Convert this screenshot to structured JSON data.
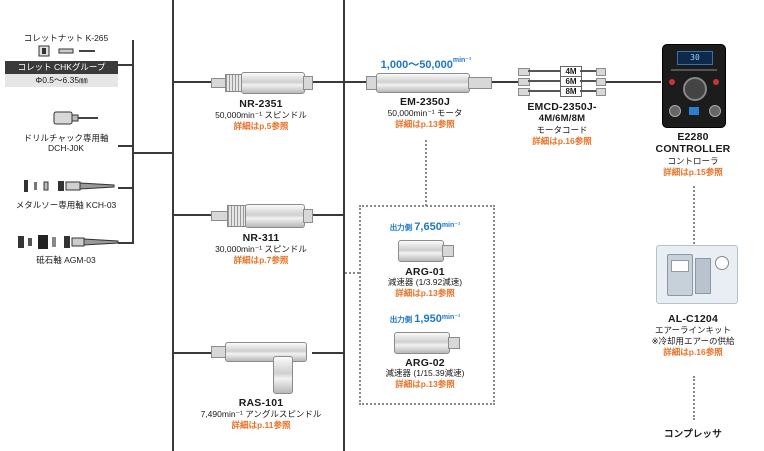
{
  "accessories": {
    "collet_nut": "コレットナット K-265",
    "collet_group": "コレット CHKグループ",
    "collet_range": "Φ0.5～6.35㎜",
    "drill_chuck_line1": "ドリルチャック専用軸",
    "drill_chuck_line2": "DCH-J0K",
    "metal_saw": "メタルソー専用軸 KCH-03",
    "grinding_arbor": "砥石軸 AGM-03"
  },
  "spindles": [
    {
      "name": "NR-2351",
      "spec": "50,000min⁻¹ スピンドル",
      "ref": "詳細はp.5参照"
    },
    {
      "name": "NR-311",
      "spec": "30,000min⁻¹ スピンドル",
      "ref": "詳細はp.7参照"
    },
    {
      "name": "RAS-101",
      "spec": "7,490min⁻¹ アングルスピンドル",
      "ref": "詳細はp.11参照"
    }
  ],
  "motor": {
    "speed_range": "1,000～50,000",
    "speed_unit": "min⁻¹",
    "name": "EM-2350J",
    "spec": "50,000min⁻¹ モータ",
    "ref": "詳細はp.13参照"
  },
  "reducers": [
    {
      "output_prefix": "出力側",
      "output_speed": "7,650",
      "output_unit": "min⁻¹",
      "name": "ARG-01",
      "spec": "減速器 (1/3.92減速)",
      "ref": "詳細はp.13参照"
    },
    {
      "output_prefix": "出力側",
      "output_speed": "1,950",
      "output_unit": "min⁻¹",
      "name": "ARG-02",
      "spec": "減速器 (1/15.39減速)",
      "ref": "詳細はp.13参照"
    }
  ],
  "motor_cord": {
    "lengths": [
      "4M",
      "6M",
      "8M"
    ],
    "name_line1": "EMCD-2350J-",
    "name_line2": "4M/6M/8M",
    "spec": "モータコード",
    "ref": "詳細はp.16参照"
  },
  "controller": {
    "name_line1": "E2280",
    "name_line2": "CONTROLLER",
    "spec": "コントローラ",
    "ref": "詳細はp.15参照",
    "display": "30"
  },
  "air_kit": {
    "name": "AL-C1204",
    "spec": "エアーラインキット",
    "note": "※冷却用エアーの供給",
    "ref": "詳細はp.16参照"
  },
  "compressor": {
    "name": "コンプレッサ"
  }
}
